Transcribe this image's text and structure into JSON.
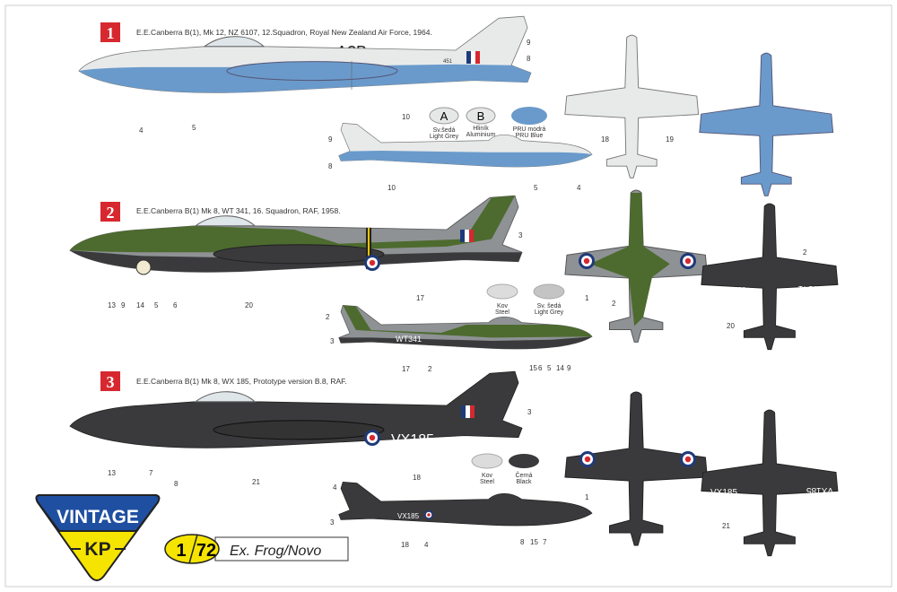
{
  "scheme1": {
    "badge": "1",
    "caption": "E.E.Canberra B(1), Mk 12, NZ 6107, 12.Squadron, Royal New Zealand Air Force, 1964.",
    "split_label": "A?B",
    "fin_code": "451",
    "side_callouts": [
      "4",
      "5",
      "10",
      "9",
      "8"
    ],
    "small_callouts": [
      "9",
      "8",
      "10",
      "5",
      "4"
    ],
    "plan_callouts": [
      "18",
      "19"
    ],
    "colors": [
      {
        "letter": "A",
        "cz": "Sv.šedá",
        "en": "Light Grey",
        "hex": "#e6e8e8"
      },
      {
        "letter": "B",
        "cz": "Hliník",
        "en": "Aluminium",
        "hex": "#e6e8e8"
      },
      {
        "letter": "",
        "cz": "PRU modrá",
        "en": "PRU Blue",
        "hex": "#6a9acb"
      }
    ]
  },
  "scheme2": {
    "badge": "2",
    "caption": "E.E.Canberra B(1) Mk 8,  WT 341, 16. Squadron, RAF, 1958.",
    "serial": "WT341",
    "side_callouts": [
      "3",
      "13",
      "9",
      "14",
      "5",
      "6",
      "20",
      "2",
      "17"
    ],
    "small_callouts": [
      "3",
      "17",
      "2",
      "15",
      "6",
      "5",
      "14",
      "9"
    ],
    "plan_callouts": [
      "1",
      "2",
      "2",
      "20"
    ],
    "colors": [
      {
        "cz": "Kov",
        "en": "Steel",
        "hex": "#dcdcdc"
      },
      {
        "cz": "Sv. šedá",
        "en": "Light Grey",
        "hex": "#c4c4c4"
      }
    ]
  },
  "scheme3": {
    "badge": "3",
    "caption": "E.E.Canberra B(1) Mk 8,  WX 185, Prototype version B.8, RAF.",
    "serial": "VX185",
    "side_callouts": [
      "3",
      "13",
      "7",
      "8",
      "21",
      "4",
      "18"
    ],
    "small_callouts": [
      "3",
      "18",
      "4",
      "8",
      "15",
      "7"
    ],
    "plan_callouts": [
      "1",
      "21"
    ],
    "colors": [
      {
        "cz": "Kov",
        "en": "Steel",
        "hex": "#dcdcdc"
      },
      {
        "cz": "Černá",
        "en": "Black",
        "hex": "#3a3a3c"
      }
    ]
  },
  "logo": {
    "top": "VINTAGE",
    "bottom": "KP"
  },
  "scale": {
    "num": "1",
    "den": "72",
    "note": "Ex. Frog/Novo"
  },
  "palette": {
    "green": "#4d6b2e",
    "grey": "#8e9295",
    "dark": "#3a3a3c",
    "blue": "#6a9acb",
    "light": "#e8eaea",
    "red": "#d7282f",
    "navy": "#1f3a7a",
    "logo_blue": "#1f4fa0",
    "logo_yellow": "#f5e400"
  }
}
